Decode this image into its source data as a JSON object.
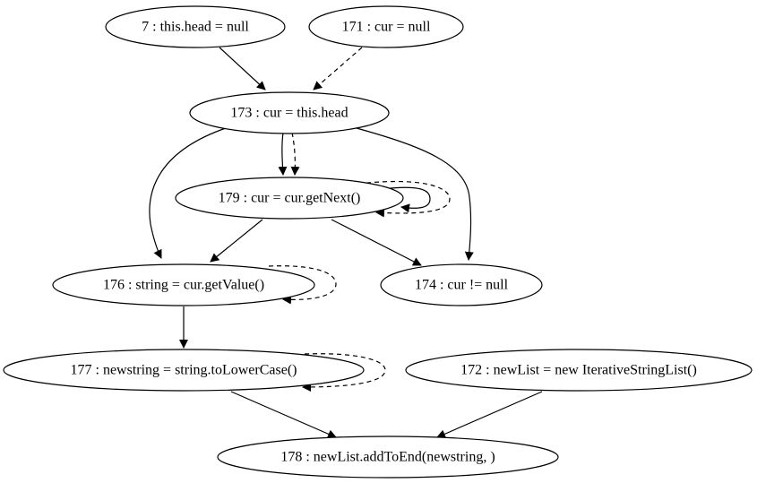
{
  "nodes": {
    "n7": {
      "label": "7 : this.head = null"
    },
    "n171": {
      "label": "171 : cur = null"
    },
    "n173": {
      "label": "173 : cur = this.head"
    },
    "n179": {
      "label": "179 : cur = cur.getNext()"
    },
    "n176": {
      "label": "176 : string = cur.getValue()"
    },
    "n174": {
      "label": "174 : cur != null"
    },
    "n177": {
      "label": "177 : newstring = string.toLowerCase()"
    },
    "n172": {
      "label": "172 : newList = new IterativeStringList()"
    },
    "n178": {
      "label": "178 : newList.addToEnd(newstring, )"
    }
  },
  "edges": [
    {
      "from": "n7",
      "to": "n173",
      "style": "solid"
    },
    {
      "from": "n171",
      "to": "n173",
      "style": "dashed"
    },
    {
      "from": "n173",
      "to": "n179",
      "style": "solid"
    },
    {
      "from": "n173",
      "to": "n179",
      "style": "dashed"
    },
    {
      "from": "n173",
      "to": "n176",
      "style": "solid"
    },
    {
      "from": "n173",
      "to": "n174",
      "style": "solid"
    },
    {
      "from": "n179",
      "to": "n179",
      "style": "solid"
    },
    {
      "from": "n179",
      "to": "n179",
      "style": "dashed"
    },
    {
      "from": "n179",
      "to": "n176",
      "style": "solid"
    },
    {
      "from": "n179",
      "to": "n174",
      "style": "solid"
    },
    {
      "from": "n176",
      "to": "n176",
      "style": "dashed"
    },
    {
      "from": "n176",
      "to": "n177",
      "style": "solid"
    },
    {
      "from": "n177",
      "to": "n177",
      "style": "dashed"
    },
    {
      "from": "n177",
      "to": "n178",
      "style": "solid"
    },
    {
      "from": "n172",
      "to": "n178",
      "style": "solid"
    }
  ]
}
